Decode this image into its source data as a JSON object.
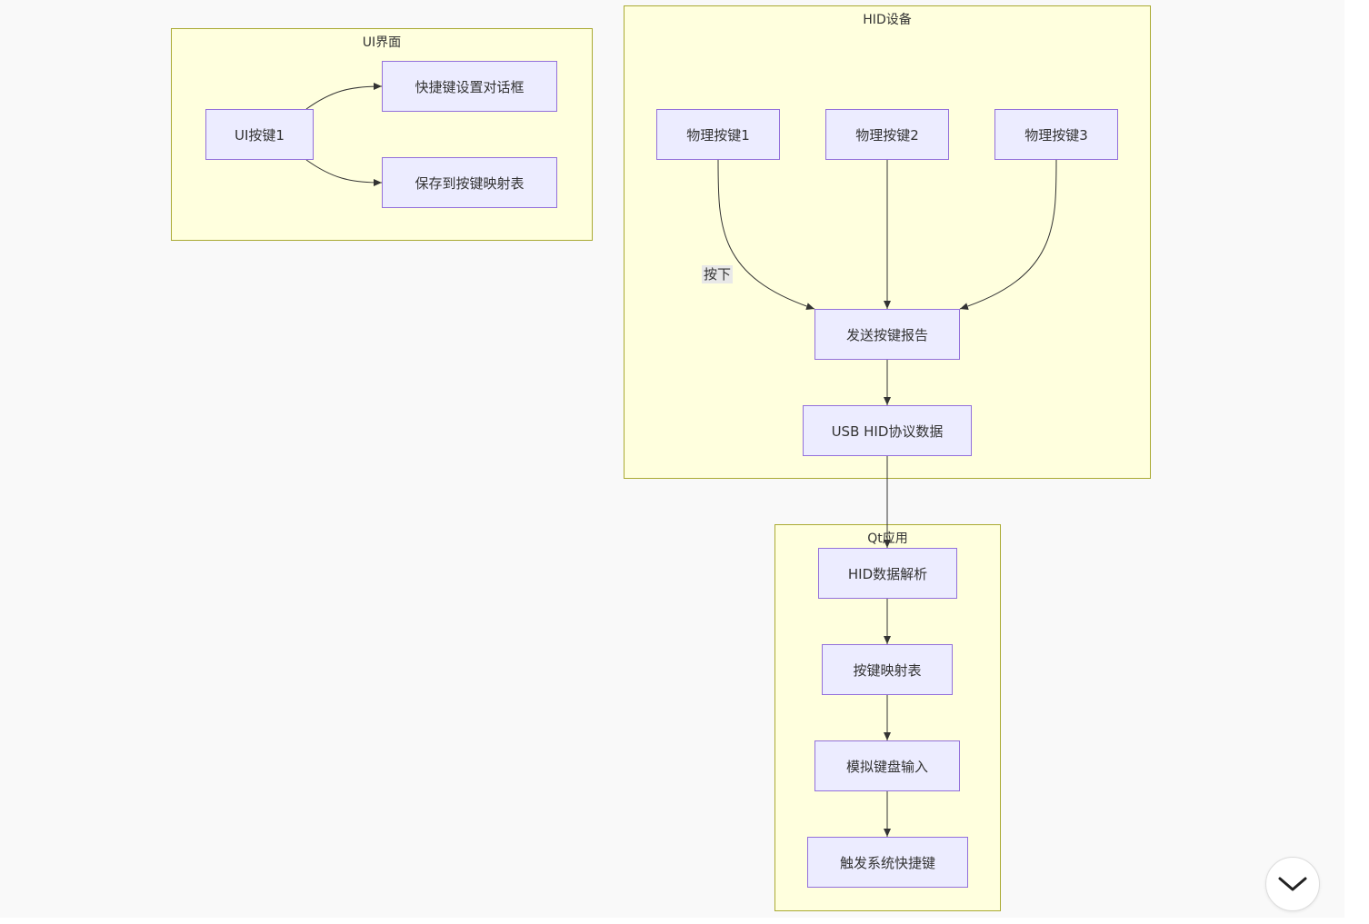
{
  "clusters": {
    "ui": {
      "title": "UI界面"
    },
    "hid": {
      "title": "HID设备"
    },
    "qt": {
      "title": "Qt应用"
    }
  },
  "nodes": {
    "ui_key1": "UI按键1",
    "shortcut_dialog": "快捷键设置对话框",
    "save_mapping": "保存到按键映射表",
    "phys_key1": "物理按键1",
    "phys_key2": "物理按键2",
    "phys_key3": "物理按键3",
    "send_report": "发送按键报告",
    "usb_hid_data": "USB HID协议数据",
    "hid_parse": "HID数据解析",
    "key_mapping": "按键映射表",
    "simulate_keyboard": "模拟键盘输入",
    "trigger_shortcut": "触发系统快捷键"
  },
  "edge_labels": {
    "press": "按下"
  },
  "colors": {
    "cluster_fill": "#ffffde",
    "cluster_border": "#aaaa33",
    "node_fill": "#ececff",
    "node_border": "#9370db",
    "edge": "#333333"
  },
  "icons": {
    "collapse_toggle": "chevron-down-icon"
  }
}
